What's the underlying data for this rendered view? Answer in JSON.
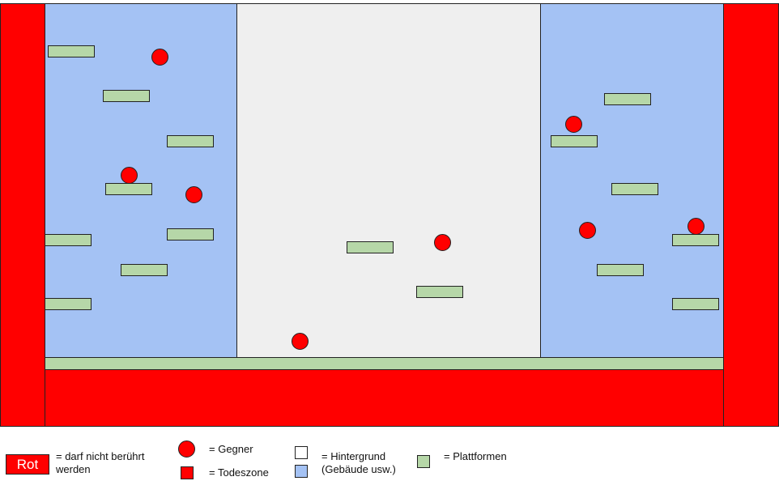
{
  "legend": {
    "rot_label": "Rot",
    "rot_desc_line1": "= darf nicht berührt",
    "rot_desc_line2": "werden",
    "enemy_desc": "= Gegner",
    "deathzone_desc": "= Todeszone",
    "background_desc_line1": "= Hintergrund",
    "background_desc_line2": "(Gebäude usw.)",
    "platform_desc": "= Plattformen"
  },
  "colors": {
    "deathzone": "#ff0000",
    "building": "#a4c2f4",
    "background": "#efefef",
    "platform": "#b6d7a8",
    "enemy": "#ff0000"
  }
}
